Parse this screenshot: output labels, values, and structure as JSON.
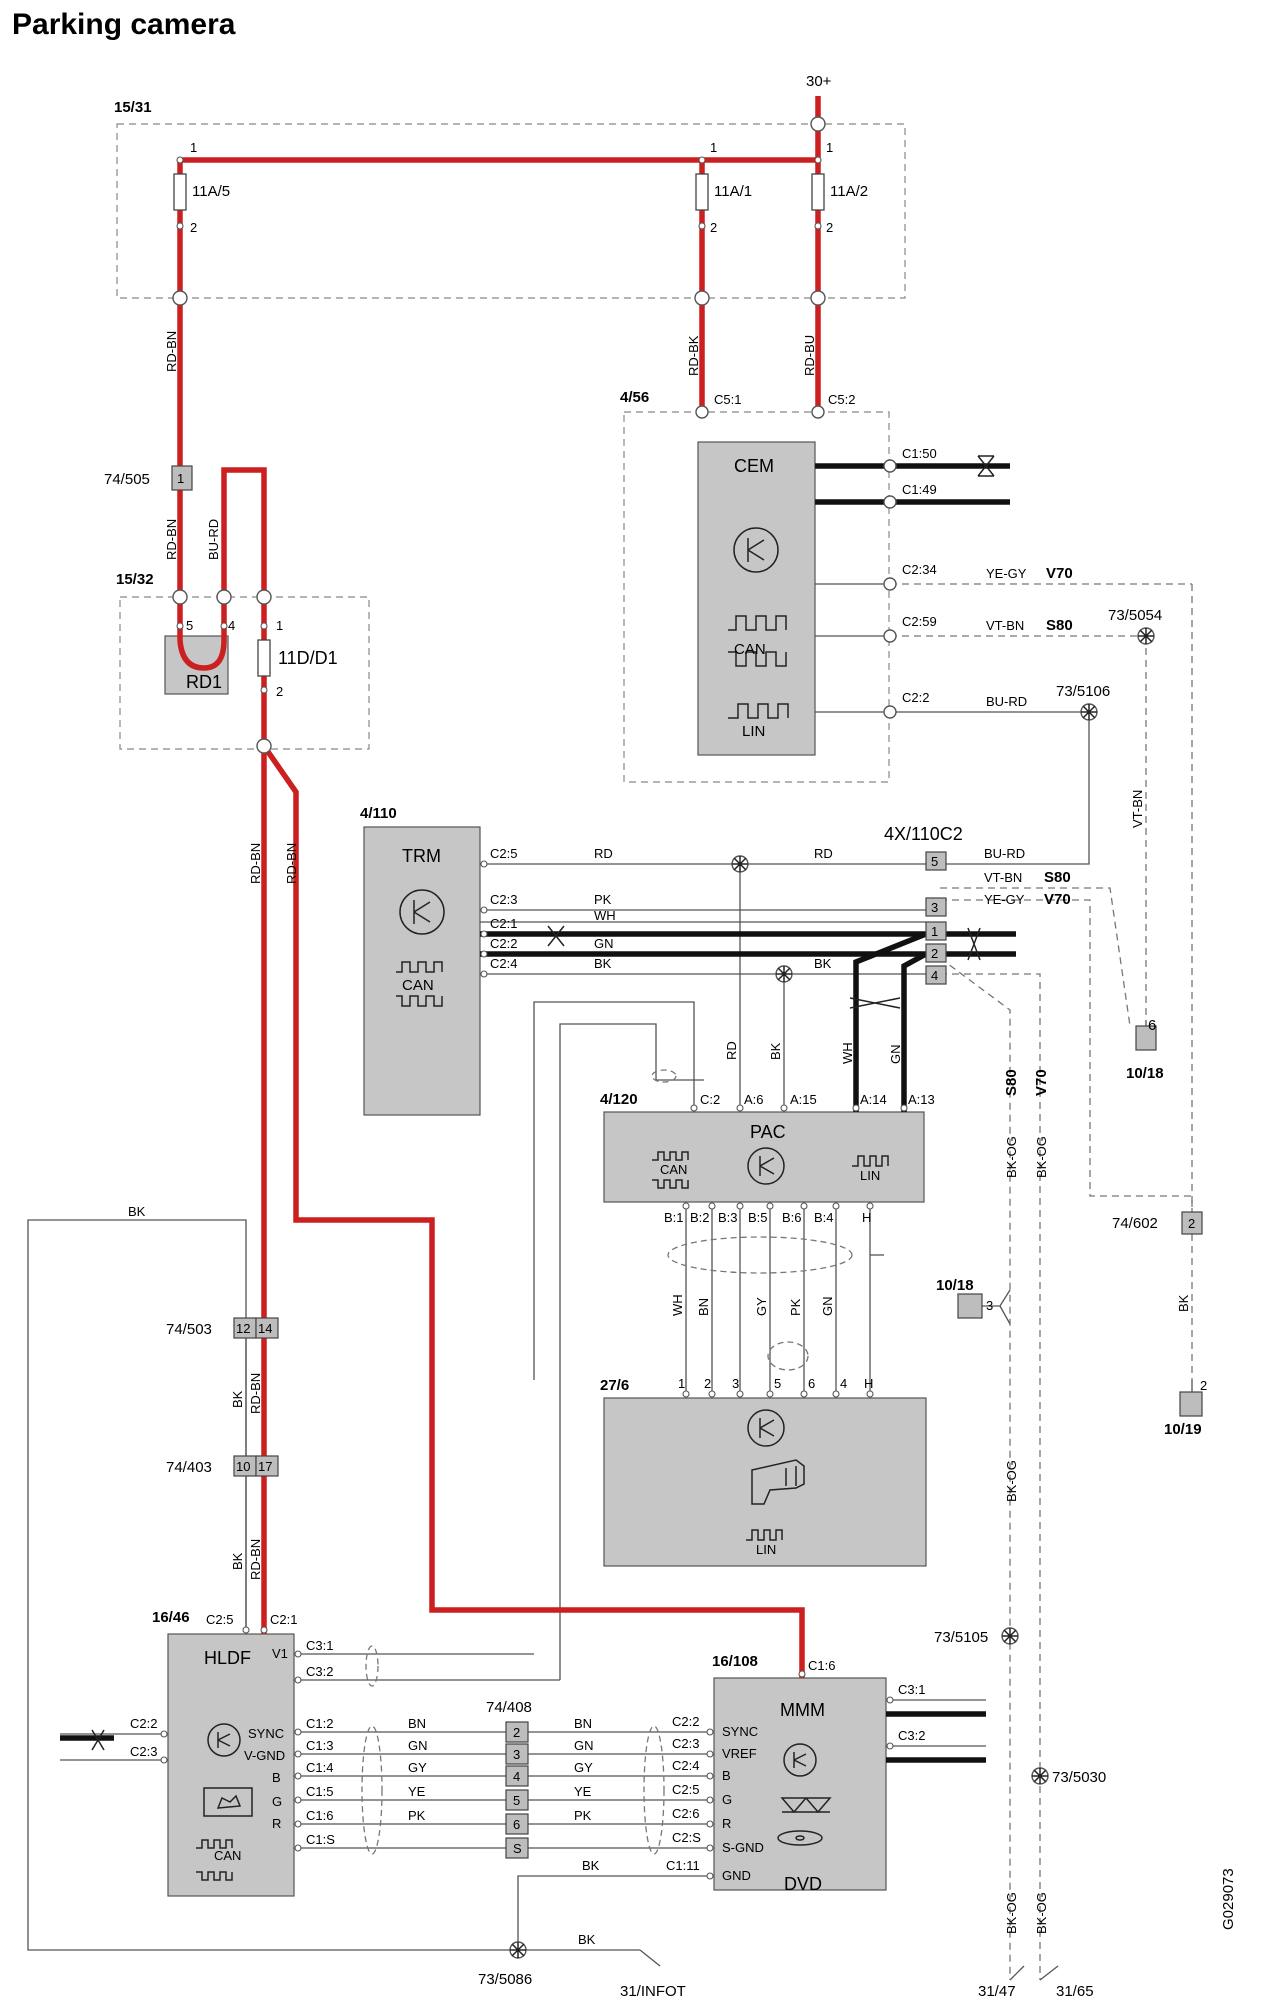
{
  "title": "Parking camera",
  "doc_id": "G029073",
  "supply": {
    "label": "30+"
  },
  "fuse_box_main": {
    "id": "15/31",
    "fuses": [
      "11A/5",
      "11A/1",
      "11A/2"
    ],
    "pin_in": "1",
    "pin_out": "2"
  },
  "wires_top": {
    "w1": "RD-BN",
    "w2": "RD-BK",
    "w3": "RD-BU"
  },
  "conn_74_505": {
    "id": "74/505",
    "pin": "1"
  },
  "fuse_box_rd1": {
    "id": "15/32",
    "relay": "RD1",
    "fuse": "11D/D1",
    "pins": [
      "5",
      "4",
      "1",
      "2"
    ],
    "wire_a": "RD-BN",
    "wire_b": "BU-RD"
  },
  "cem": {
    "id": "4/56",
    "name": "CEM",
    "can": "CAN",
    "lin": "LIN",
    "pins": [
      "C5:1",
      "C5:2",
      "C1:50",
      "C1:49",
      "C2:34",
      "C2:59",
      "C2:2"
    ],
    "wires": [
      "YE-GY",
      "VT-BN",
      "BU-RD"
    ],
    "variants": [
      "V70",
      "S80"
    ],
    "splices": [
      "73/5054",
      "73/5106"
    ]
  },
  "trm": {
    "id": "4/110",
    "name": "TRM",
    "can": "CAN",
    "pins": [
      "C2:5",
      "C2:3",
      "C2:1",
      "C2:2",
      "C2:4"
    ],
    "wires": [
      "RD",
      "PK",
      "WH",
      "GN",
      "BK",
      "RD"
    ]
  },
  "conn_4x110": {
    "id": "4X/110C2",
    "pins": [
      "5",
      "3",
      "1",
      "2",
      "4"
    ],
    "wires": [
      "BU-RD",
      "VT-BN",
      "S80",
      "YE-GY",
      "V70",
      "BK"
    ]
  },
  "feed_down": {
    "w1": "RD-BN",
    "w2": "RD-BN"
  },
  "pac": {
    "id": "4/120",
    "name": "PAC",
    "can": "CAN",
    "lin": "LIN",
    "top_pins": [
      "C:2",
      "A:6",
      "A:15",
      "A:14",
      "A:13"
    ],
    "top_wires": [
      "RD",
      "BK",
      "WH",
      "GN"
    ],
    "bottom_pins": [
      "B:1",
      "B:2",
      "B:3",
      "B:5",
      "B:6",
      "B:4",
      "H"
    ],
    "bottom_wires": [
      "WH",
      "BN",
      "GY",
      "PK",
      "GN"
    ]
  },
  "conn_10_18a": {
    "id": "10/18",
    "pin": "6"
  },
  "conn_74_602": {
    "id": "74/602",
    "pin": "2",
    "wire": "BK"
  },
  "conn_10_19": {
    "id": "10/19",
    "pin": "2"
  },
  "conn_10_18b": {
    "id": "10/18",
    "pin": "3"
  },
  "right_wires": {
    "s80": "S80",
    "v70": "V70",
    "w1": "BK-OG",
    "w2": "BK-OG",
    "w3": "BK-OG",
    "w4": "BK-OG",
    "w5": "BK-OG",
    "vtbn": "VT-BN"
  },
  "camera": {
    "id": "27/6",
    "pins": [
      "1",
      "2",
      "3",
      "5",
      "6",
      "4",
      "H"
    ],
    "lin": "LIN"
  },
  "left_bus": {
    "bk": "BK"
  },
  "conn_74_503": {
    "id": "74/503",
    "pins": [
      "12",
      "14"
    ],
    "wire_a": "BK",
    "wire_b": "RD-BN"
  },
  "conn_74_403": {
    "id": "74/403",
    "pins": [
      "10",
      "17"
    ],
    "wire_a": "BK",
    "wire_b": "RD-BN"
  },
  "hldf": {
    "id": "16/46",
    "name": "HLDF",
    "can": "CAN",
    "top_pins": [
      "C2:5",
      "C2:1"
    ],
    "left_pins": [
      "C2:2",
      "C2:3"
    ],
    "pins_right": [
      "C3:1",
      "C3:2",
      "C1:2",
      "C1:3",
      "C1:4",
      "C1:5",
      "C1:6",
      "C1:S"
    ],
    "labels": [
      "V1",
      "SYNC",
      "V-GND",
      "B",
      "G",
      "R"
    ]
  },
  "conn_74_408": {
    "id": "74/408",
    "pins": [
      "2",
      "3",
      "4",
      "5",
      "6",
      "S"
    ],
    "wires": [
      "BN",
      "GN",
      "GY",
      "YE",
      "PK"
    ]
  },
  "mmm": {
    "id": "16/108",
    "name": "MMM",
    "dvd": "DVD",
    "top_pin": "C1:6",
    "left_pins": [
      "C2:2",
      "C2:3",
      "C2:4",
      "C2:5",
      "C2:6",
      "C2:S",
      "C1:11"
    ],
    "labels": [
      "SYNC",
      "VREF",
      "B",
      "G",
      "R",
      "S-GND",
      "GND"
    ],
    "right_pins": [
      "C3:1",
      "C3:2"
    ],
    "gnd_wire": "BK"
  },
  "grounds": {
    "splice_5086": "73/5086",
    "splice_5105": "73/5105",
    "splice_5030": "73/5030",
    "g_infot": "31/INFOT",
    "g_47": "31/47",
    "g_65": "31/65",
    "bk1": "BK",
    "bk2": "BK"
  }
}
